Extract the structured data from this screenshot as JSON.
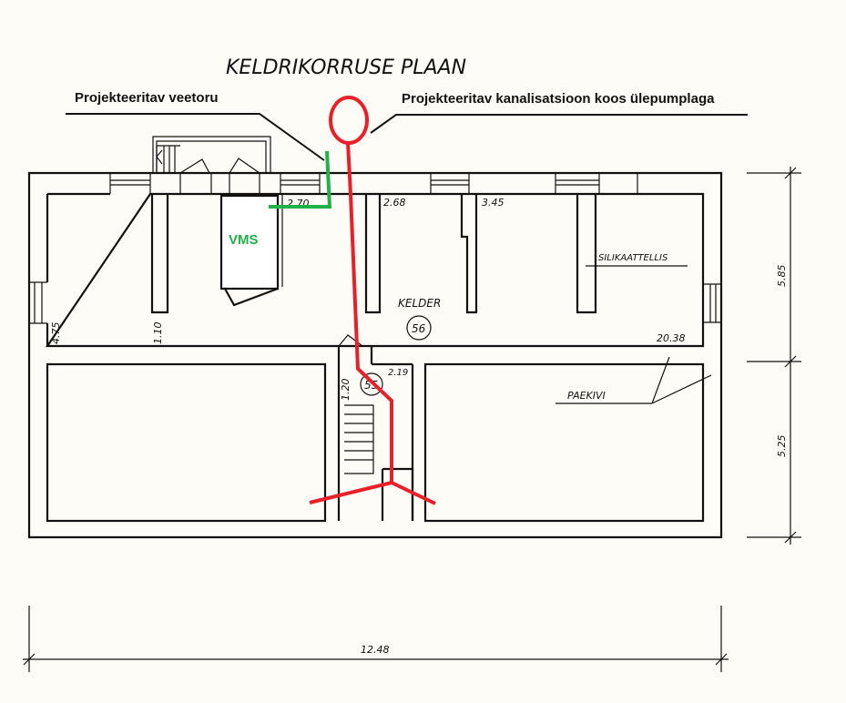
{
  "title": "KELDRIKORRUSE   PLAAN",
  "annotations": {
    "water_pipe": "Projekteeritav veetoru",
    "sewer": "Projekteeritav kanalisatsioon  koos ülepumplaga",
    "vms": "VMS"
  },
  "rooms": {
    "kelder_label": "KELDER",
    "kelder_number": "56",
    "stair_number": "55",
    "silikaattellis": "SILIKAATTELLIS",
    "paekivi": "PAEKIVI"
  },
  "dimensions": {
    "d_2_70": "2.70",
    "d_2_68": "2.68",
    "d_3_45": "3.45",
    "d_20_38": "20.38",
    "d_2_19": "2.19",
    "d_1_20": "1.20",
    "d_1_10": "1.10",
    "d_4_75": "4.75",
    "d_5_85": "5.85",
    "d_5_25": "5.25",
    "d_12_48": "12.48"
  },
  "colors": {
    "sewer": "#e8202a",
    "water": "#22b04a"
  }
}
